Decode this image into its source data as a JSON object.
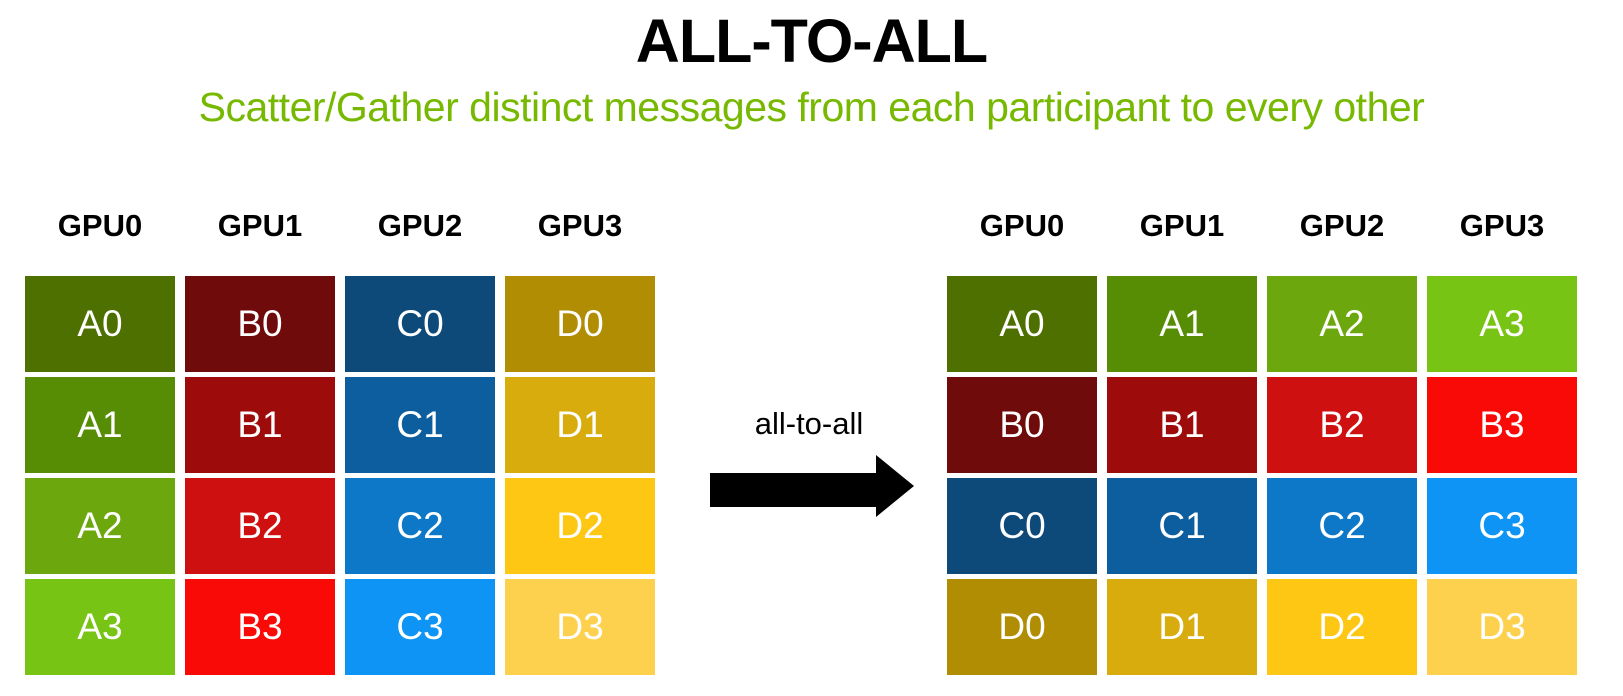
{
  "title": "ALL-TO-ALL",
  "subtitle": "Scatter/Gather distinct messages from each participant to every other",
  "subtitle_color": "#76b900",
  "arrow": {
    "label": "all-to-all",
    "color": "#000000"
  },
  "colors": {
    "A": [
      "#4d7000",
      "#578d04",
      "#6ca80d",
      "#77c414"
    ],
    "B": [
      "#700b0b",
      "#9e0b0b",
      "#ce1010",
      "#fa0a07"
    ],
    "C": [
      "#0d4a7a",
      "#0d5e9e",
      "#0d78c8",
      "#0d94f5"
    ],
    "D": [
      "#b18d04",
      "#d9ac0e",
      "#fdc713",
      "#fdd14e"
    ]
  },
  "left_grid": {
    "headers": [
      "GPU0",
      "GPU1",
      "GPU2",
      "GPU3"
    ],
    "rows": [
      [
        "A0",
        "B0",
        "C0",
        "D0"
      ],
      [
        "A1",
        "B1",
        "C1",
        "D1"
      ],
      [
        "A2",
        "B2",
        "C2",
        "D2"
      ],
      [
        "A3",
        "B3",
        "C3",
        "D3"
      ]
    ]
  },
  "right_grid": {
    "headers": [
      "GPU0",
      "GPU1",
      "GPU2",
      "GPU3"
    ],
    "rows": [
      [
        "A0",
        "A1",
        "A2",
        "A3"
      ],
      [
        "B0",
        "B1",
        "B2",
        "B3"
      ],
      [
        "C0",
        "C1",
        "C2",
        "C3"
      ],
      [
        "D0",
        "D1",
        "D2",
        "D3"
      ]
    ]
  }
}
